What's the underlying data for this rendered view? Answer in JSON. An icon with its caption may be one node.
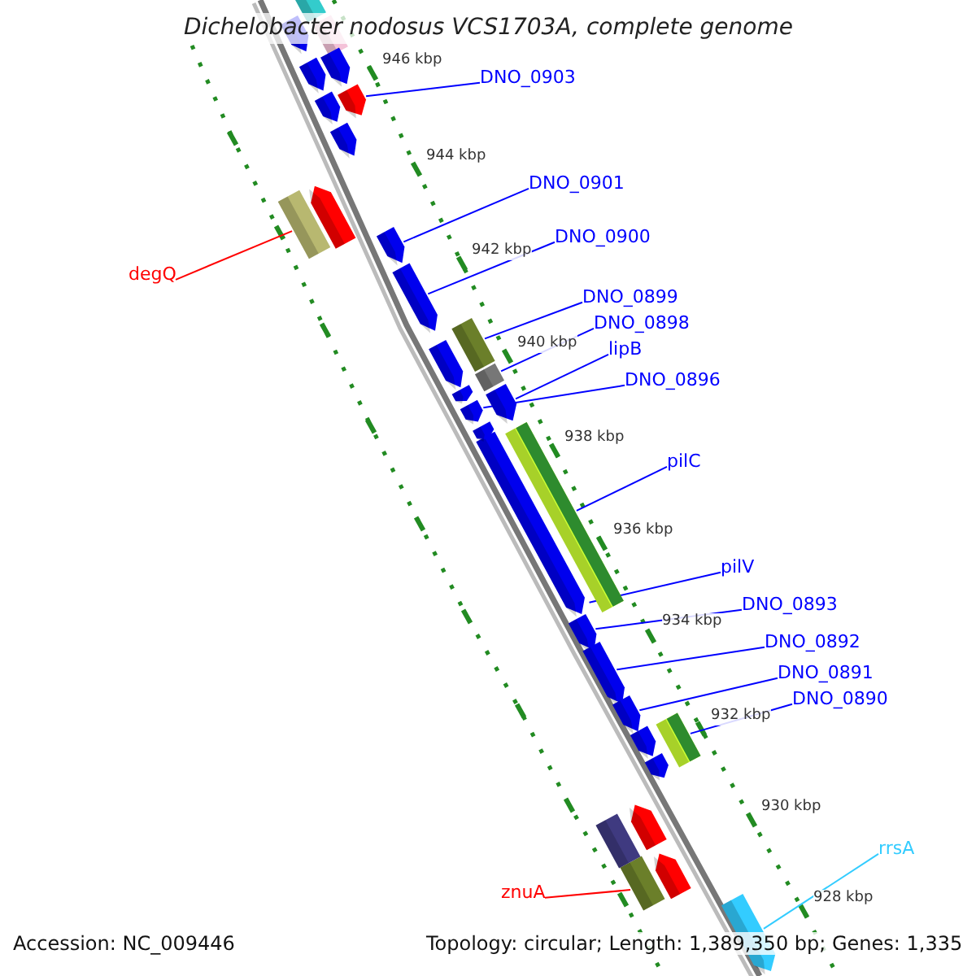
{
  "diagram": {
    "title": "Dichelobacter nodosus VCS1703A, complete genome",
    "nodes": [
      {
        "text": [
          "DNO_0903"
        ]
      },
      {
        "text": [],
        "shape": "arrow"
      },
      {
        "text": [
          "DNO_0901"
        ]
      },
      {
        "text": [],
        "shape": "arrow"
      },
      {
        "text": [
          "DNO_0900"
        ]
      },
      {
        "text": [],
        "shape": "arrow"
      },
      {
        "text": [
          "degQ"
        ]
      },
      {
        "text": [],
        "shape": "bar"
      },
      {
        "text": [
          "DNO_0899"
        ]
      },
      {
        "text": [],
        "shape": "bar"
      },
      {
        "text": [
          "DNO_0898"
        ]
      },
      {
        "text": [],
        "shape": "bar"
      },
      {
        "text": [
          "lipB"
        ]
      },
      {
        "text": [],
        "shape": "arrow"
      },
      {
        "text": [
          "DNO_0896"
        ]
      },
      {
        "text": [],
        "shape": "arrow"
      },
      {
        "text": [
          "pilC"
        ]
      },
      {
        "text": [],
        "shape": "bar"
      },
      {
        "text": [
          "pilV"
        ]
      },
      {
        "text": [],
        "shape": "arrow"
      },
      {
        "text": [
          "DNO_0893"
        ]
      },
      {
        "text": [],
        "shape": "arrow"
      },
      {
        "text": [
          "DNO_0892"
        ]
      },
      {
        "text": [],
        "shape": "arrow"
      },
      {
        "text": [
          "DNO_0891"
        ]
      },
      {
        "text": [],
        "shape": "arrow"
      },
      {
        "text": [
          "DNO_0890"
        ]
      },
      {
        "text": [],
        "shape": "bar"
      },
      {
        "text": [
          "rrsA"
        ]
      },
      {
        "text": [],
        "shape": "arrow"
      },
      {
        "text": [
          "znuA"
        ]
      },
      {
        "text": [],
        "shape": "bar"
      },
      {
        "text": [],
        "shape": "bar"
      },
      {
        "text": [],
        "shape": "bar"
      },
      {
        "text": [],
        "shape": "arrow"
      },
      {
        "text": [],
        "shape": "arrow"
      },
      {
        "text": [],
        "shape": "arrow"
      },
      {
        "text": [],
        "shape": "arrow"
      },
      {
        "text": [],
        "shape": "arrow"
      },
      {
        "text": [],
        "shape": "arrow"
      },
      {
        "text": [],
        "shape": "arrow"
      },
      {
        "text": [],
        "shape": "arrow"
      },
      {
        "text": [],
        "shape": "arrow"
      },
      {
        "text": [],
        "shape": "arrow"
      },
      {
        "text": [],
        "shape": "arrow"
      },
      {
        "text": [],
        "shape": "arrow"
      },
      {
        "text": [],
        "shape": "arrow"
      },
      {
        "text": [],
        "shape": "bar"
      }
    ],
    "edges": [
      {
        "from": 0,
        "to": 1,
        "arrow": "none"
      },
      {
        "from": 2,
        "to": 3,
        "arrow": "none"
      },
      {
        "from": 4,
        "to": 5,
        "arrow": "none"
      },
      {
        "from": 6,
        "to": 7,
        "arrow": "none",
        "color": "#ff0000"
      },
      {
        "from": 8,
        "to": 9,
        "arrow": "none"
      },
      {
        "from": 10,
        "to": 11,
        "arrow": "none"
      },
      {
        "from": 12,
        "to": 13,
        "arrow": "none"
      },
      {
        "from": 14,
        "to": 15,
        "arrow": "none"
      },
      {
        "from": 16,
        "to": 17,
        "arrow": "none"
      },
      {
        "from": 18,
        "to": 19,
        "arrow": "none"
      },
      {
        "from": 20,
        "to": 21,
        "arrow": "none"
      },
      {
        "from": 22,
        "to": 23,
        "arrow": "none"
      },
      {
        "from": 24,
        "to": 25,
        "arrow": "none"
      },
      {
        "from": 26,
        "to": 27,
        "arrow": "none"
      },
      {
        "from": 28,
        "to": 29,
        "arrow": "none",
        "color": "#33ccff"
      },
      {
        "from": 30,
        "to": 31,
        "arrow": "none",
        "color": "#ff0000"
      }
    ],
    "labels": [
      "946 kbp",
      "944 kbp",
      "942 kbp",
      "940 kbp",
      "938 kbp",
      "936 kbp",
      "934 kbp",
      "932 kbp",
      "930 kbp",
      "928 kbp",
      "Accession: NC_009446",
      "Topology: circular; Length: 1,389,350 bp; Genes: 1,335"
    ]
  }
}
